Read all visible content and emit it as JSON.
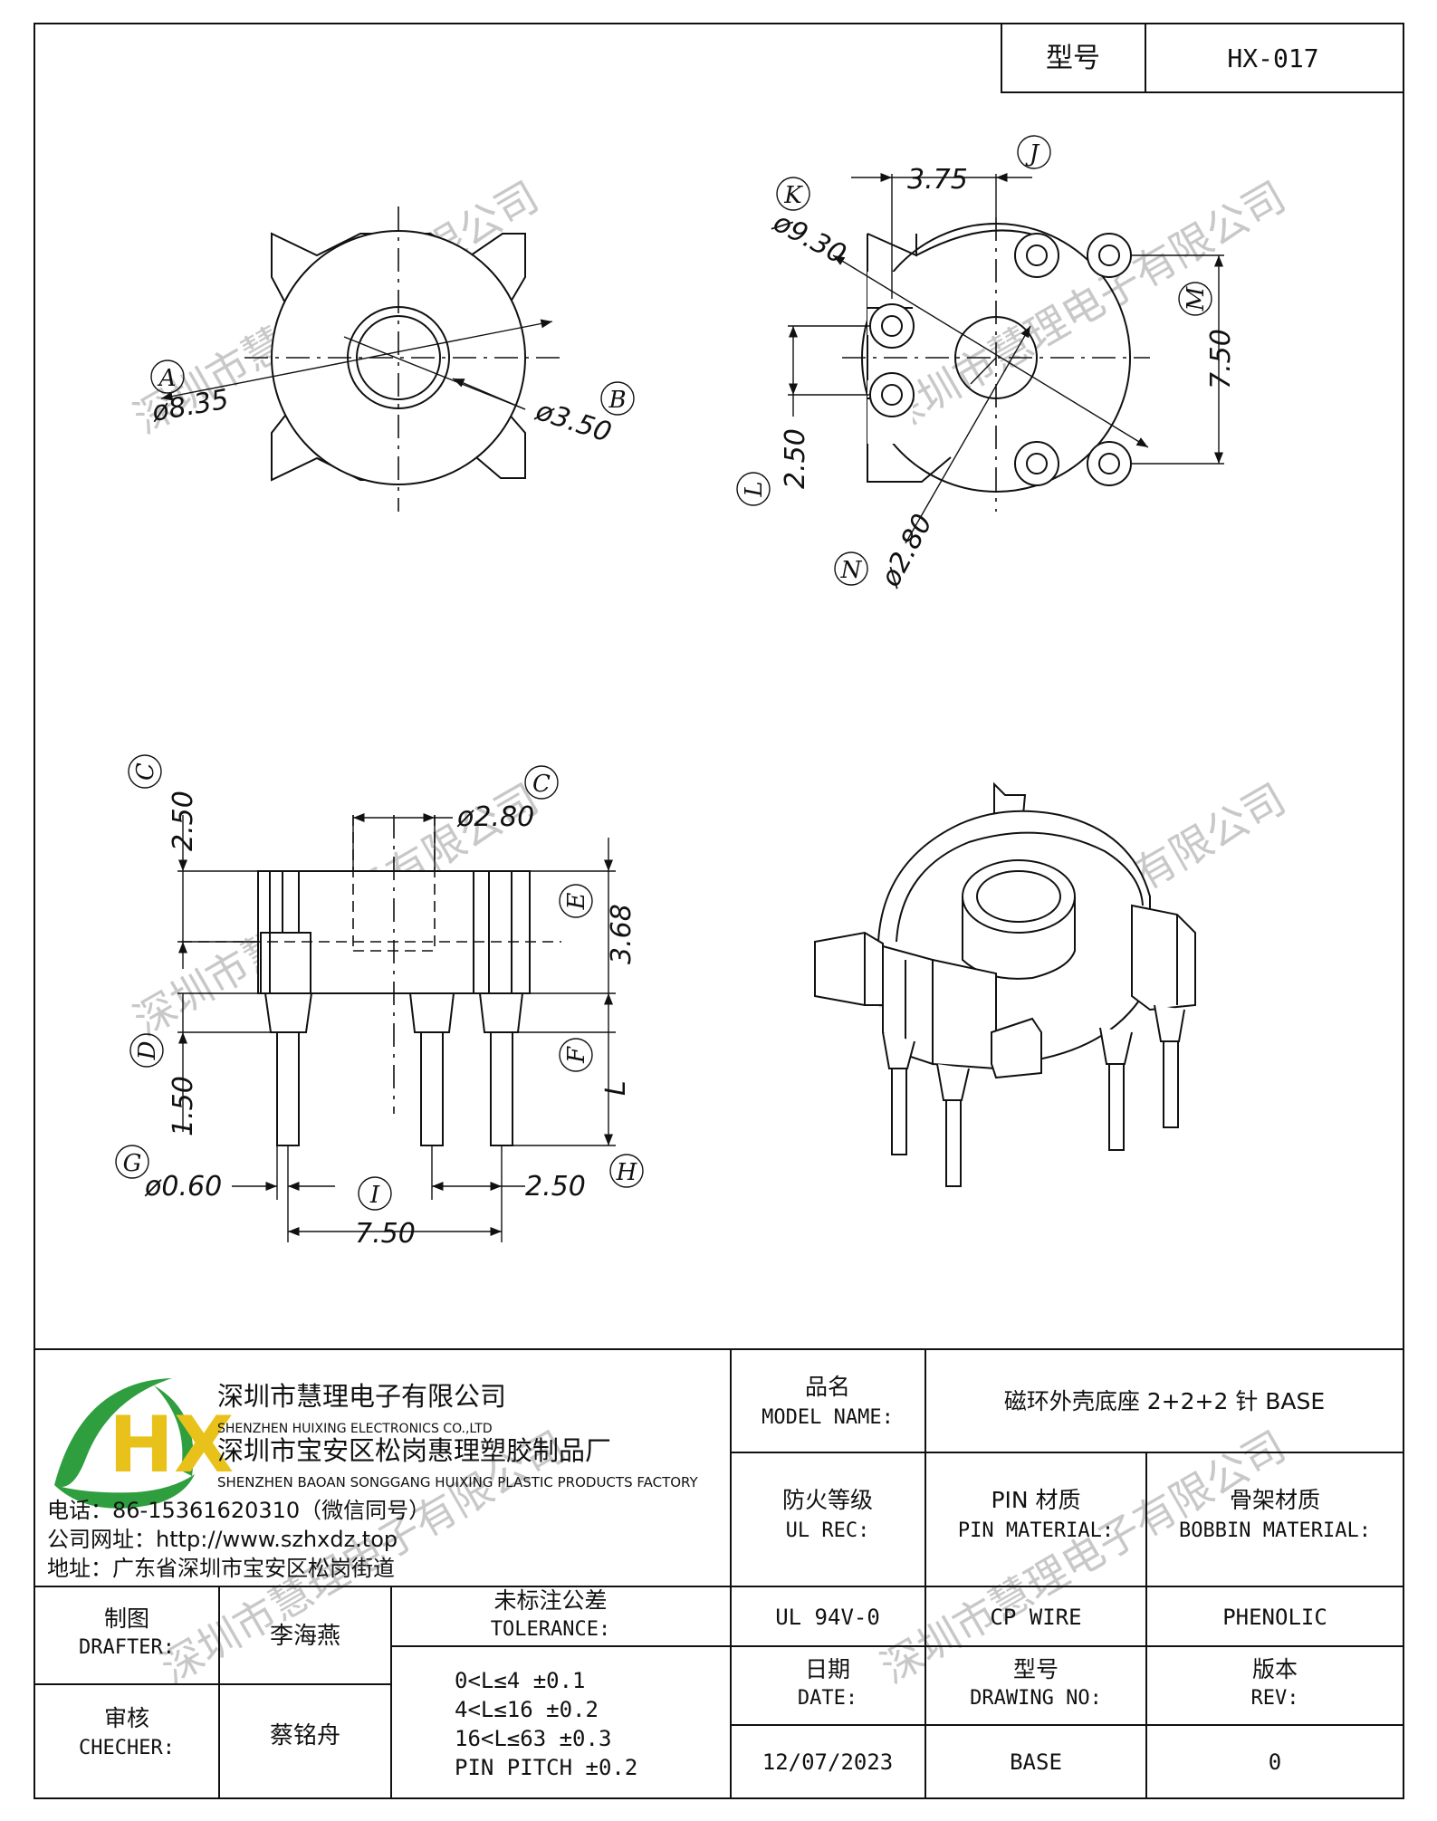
{
  "header": {
    "model_label": "型号",
    "model_value": "HX-017"
  },
  "watermark": "深圳市慧理电子有限公司",
  "dimensions": {
    "top_left": {
      "a_label": "A",
      "a_value": "ø8.35",
      "b_label": "B",
      "b_value": "ø3.50"
    },
    "top_right": {
      "j_label": "J",
      "j_value": "3.75",
      "k_label": "K",
      "k_value": "ø9.30",
      "m_label": "M",
      "m_value": "7.50",
      "l_label": "L",
      "l_value": "2.50",
      "n_label": "N",
      "n_value": "ø2.80"
    },
    "side": {
      "c1_label": "C",
      "c1_value": "2.50",
      "c2_label": "C",
      "c2_value": "ø2.80",
      "e_label": "E",
      "e_value": "3.68",
      "d_label": "D",
      "d_value": "1.50",
      "f_label": "F",
      "f_value": "L",
      "g_label": "G",
      "g_value": "ø0.60",
      "i_label": "I",
      "i_value": "7.50",
      "h_label": "H",
      "h_value": "2.50"
    }
  },
  "title_block": {
    "company_cn": "深圳市慧理电子有限公司",
    "company_en": "SHENZHEN HUIXING ELECTRONICS CO.,LTD",
    "factory_cn": "深圳市宝安区松岗惠理塑胶制品厂",
    "factory_en": "SHENZHEN BAOAN SONGGANG HUIXING PLASTIC PRODUCTS FACTORY",
    "phone": "电话：86-15361620310（微信同号）",
    "website": "公司网址：http://www.szhxdz.top",
    "address": "地址：广东省深圳市宝安区松岗街道",
    "logo_text": "HX",
    "model_name_cn": "品名",
    "model_name_en": "MODEL NAME:",
    "model_name_value": "磁环外壳底座 2+2+2 针 BASE",
    "ul_cn": "防火等级",
    "ul_en": "UL REC:",
    "pin_cn": "PIN 材质",
    "pin_en": "PIN MATERIAL:",
    "bobbin_cn": "骨架材质",
    "bobbin_en": "BOBBIN MATERIAL:",
    "ul_value": "UL 94V-0",
    "pin_value": "CP WIRE",
    "bobbin_value": "PHENOLIC",
    "drafter_cn": "制图",
    "drafter_en": "DRAFTER:",
    "drafter_name": "李海燕",
    "checker_cn": "审核",
    "checker_en": "CHECHER:",
    "checker_name": "蔡铭舟",
    "tolerance_cn": "未标注公差",
    "tolerance_en": "TOLERANCE:",
    "tolerances": [
      "0<L≤4  ±0.1",
      "4<L≤16  ±0.2",
      "16<L≤63  ±0.3",
      "PIN PITCH  ±0.2"
    ],
    "date_cn": "日期",
    "date_en": "DATE:",
    "drawing_no_cn": "型号",
    "drawing_no_en": "DRAWING NO:",
    "rev_cn": "版本",
    "rev_en": "REV:",
    "date_value": "12/07/2023",
    "drawing_no_value": "BASE",
    "rev_value": "0"
  },
  "colors": {
    "logo_green": "#2e9e3f",
    "logo_yellow": "#e8c21a",
    "line": "#111111"
  }
}
